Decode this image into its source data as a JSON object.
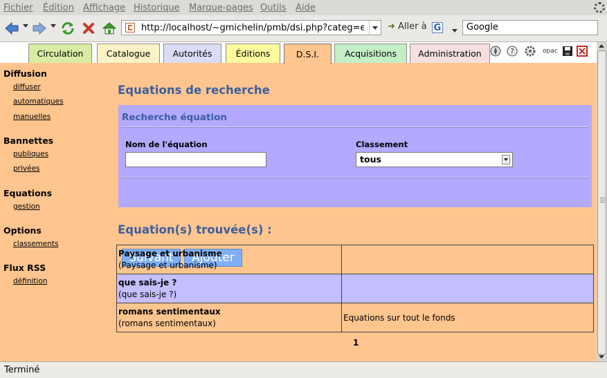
{
  "browser": {
    "menu": [
      "Fichier",
      "Édition",
      "Affichage",
      "Historique",
      "Marque-pages",
      "Outils",
      "Aide"
    ],
    "url": "http://localhost/~gmichelin/pmb/dsi.php?categ=eq",
    "go_label": "Aller à",
    "search_engine_letter": "G",
    "search_value": "Google",
    "status": "Terminé"
  },
  "tabs": [
    {
      "label": "Circulation",
      "color": "#d8eca3"
    },
    {
      "label": "Catalogue",
      "color": "#fbf3c5"
    },
    {
      "label": "Autorités",
      "color": "#dcdcf6"
    },
    {
      "label": "Éditions",
      "color": "#fefb9e"
    },
    {
      "label": "D.S.I.",
      "color": "#ffc58f"
    },
    {
      "label": "Acquisitions",
      "color": "#c4efc6"
    },
    {
      "label": "Administration",
      "color": "#f7dfe0"
    }
  ],
  "tool_icons": [
    "compass-icon",
    "help-icon",
    "gear-icon",
    "opac-icon",
    "save-icon",
    "close-icon"
  ],
  "opac_label": "opac",
  "sidebar": {
    "sections": [
      {
        "title": "Diffusion",
        "links": [
          "diffuser",
          "automatiques",
          "manuelles"
        ]
      },
      {
        "title": "Bannettes",
        "links": [
          "publiques",
          "privées"
        ]
      },
      {
        "title": "Equations",
        "links": [
          "gestion"
        ]
      },
      {
        "title": "Options",
        "links": [
          "classements"
        ]
      },
      {
        "title": "Flux RSS",
        "links": [
          "définition"
        ]
      }
    ]
  },
  "main": {
    "title": "Equations de recherche",
    "search": {
      "title": "Recherche équation",
      "name_label": "Nom de l'équation",
      "name_value": "",
      "class_label": "Classement",
      "class_value": "tous",
      "next_button": "Suivant",
      "add_button": "Ajouter"
    },
    "results_title": "Equation(s) trouvée(s) :",
    "results": [
      {
        "name": "Paysage et urbanisme",
        "sub": "(Paysage et urbanisme)",
        "classement": ""
      },
      {
        "name": "que sais-je ?",
        "sub": "(que sais-je ?)",
        "classement": ""
      },
      {
        "name": "romans sentimentaux",
        "sub": "(romans sentimentaux)",
        "classement": "Equations sur tout le fonds"
      }
    ],
    "page": "1"
  }
}
